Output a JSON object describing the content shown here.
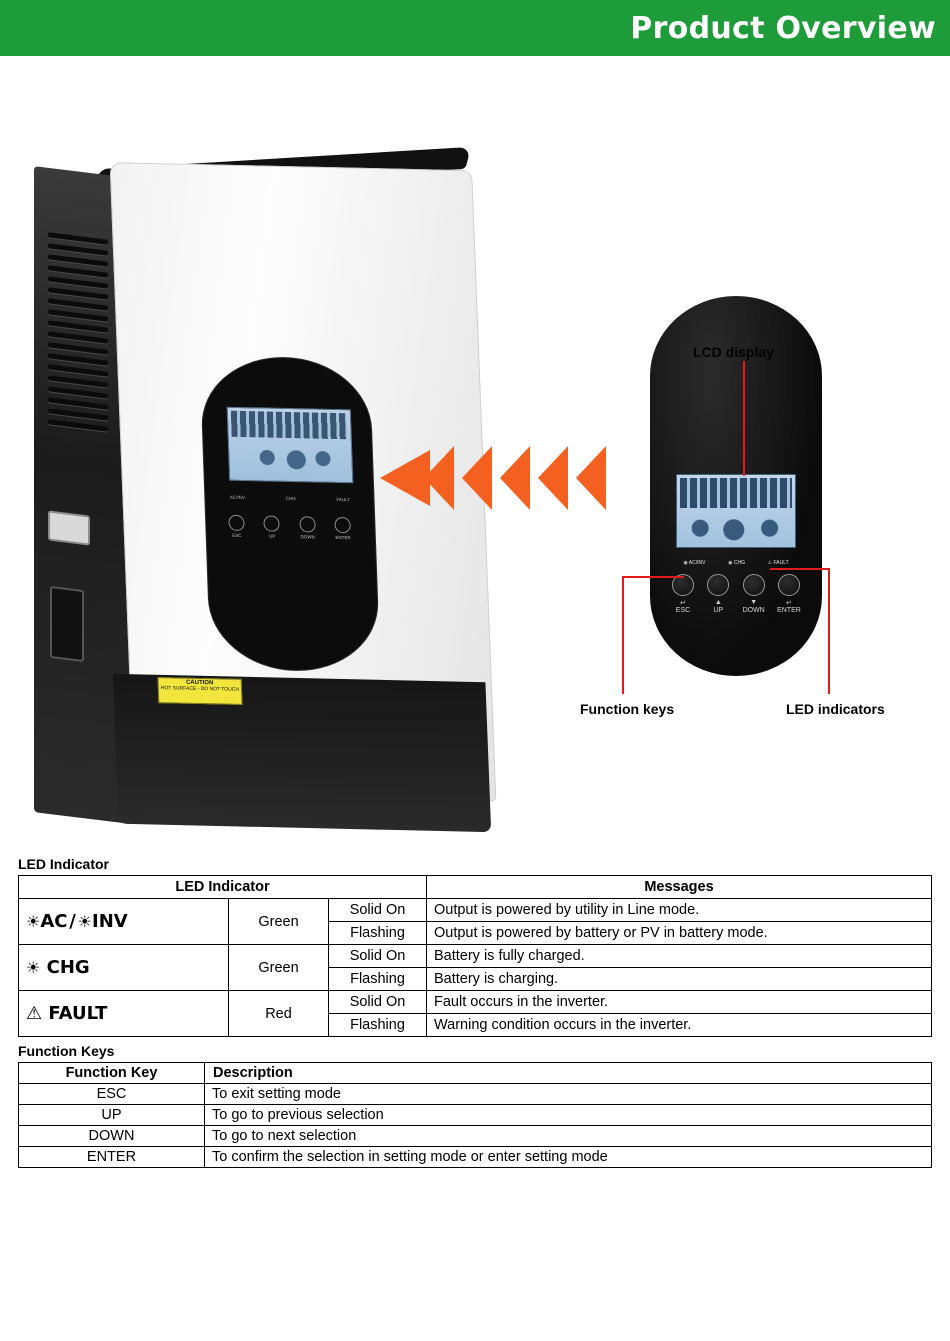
{
  "header": {
    "title": "Product Overview",
    "cursor_icon": "hand-pointer-icon",
    "bg_color": "#1f9c3a"
  },
  "illustration": {
    "product_icon": "solar-inverter-image",
    "arrow_icon": "chevron-left-arrows",
    "arrow_color": "#f4601f",
    "callouts": [
      {
        "name": "lcd-display",
        "label": "LCD display"
      },
      {
        "name": "function-keys",
        "label": "Function keys"
      },
      {
        "name": "led-indicators",
        "label": "LED indicators"
      }
    ],
    "caution_label": "CAUTION",
    "caution_sub": "HOT SURFACE - DO NOT TOUCH",
    "panel_led_labels": [
      "AC/INV",
      "CHG",
      "FAULT"
    ],
    "panel_key_labels": [
      "ESC",
      "UP",
      "DOWN",
      "ENTER"
    ],
    "panel_key_symbols": [
      "↵",
      "▲",
      "▼",
      "↵"
    ]
  },
  "led_section": {
    "title": "LED Indicator",
    "headers": {
      "indicator": "LED Indicator",
      "messages": "Messages"
    },
    "rows": [
      {
        "symbol": "AC / INV",
        "symbol_prefix": "☀",
        "color": "Green",
        "states": [
          {
            "state": "Solid On",
            "message": "Output is powered by utility in Line mode."
          },
          {
            "state": "Flashing",
            "message": "Output is powered by battery or PV in battery mode."
          }
        ]
      },
      {
        "symbol": "CHG",
        "symbol_prefix": "☀",
        "color": "Green",
        "states": [
          {
            "state": "Solid On",
            "message": "Battery is fully charged."
          },
          {
            "state": "Flashing",
            "message": "Battery is charging."
          }
        ]
      },
      {
        "symbol": "FAULT",
        "symbol_prefix": "⚠",
        "color": "Red",
        "states": [
          {
            "state": "Solid On",
            "message": "Fault occurs in the inverter."
          },
          {
            "state": "Flashing",
            "message": "Warning condition occurs in the inverter."
          }
        ]
      }
    ]
  },
  "function_keys_section": {
    "title": "Function Keys",
    "headers": {
      "key": "Function Key",
      "description": "Description"
    },
    "rows": [
      {
        "key": "ESC",
        "description": "To exit setting mode"
      },
      {
        "key": "UP",
        "description": "To go to previous selection"
      },
      {
        "key": "DOWN",
        "description": "To go to next selection"
      },
      {
        "key": "ENTER",
        "description": "To confirm the selection in setting mode or enter setting mode"
      }
    ]
  }
}
